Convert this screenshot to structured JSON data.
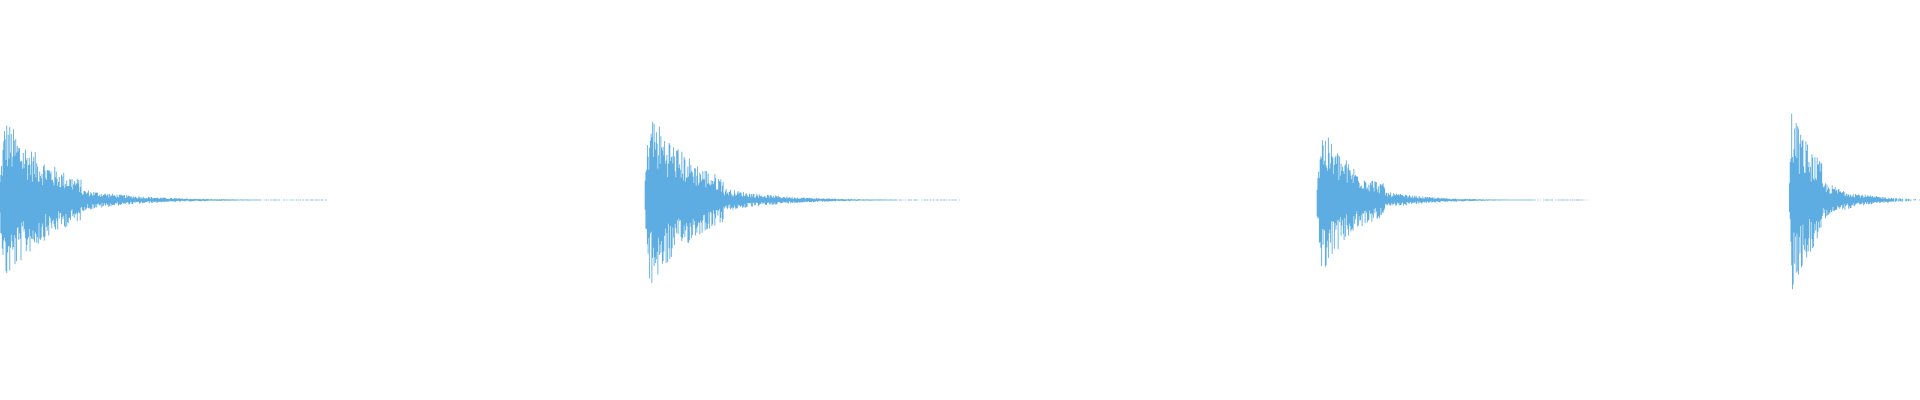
{
  "waveform": {
    "color": "#5dade2",
    "background": "#ffffff",
    "peak_amplitude": 1.0,
    "bursts": [
      {
        "start": 0.0,
        "end": 0.17,
        "onset_amplitude": 0.92,
        "decay": 6.0
      },
      {
        "start": 0.336,
        "end": 0.5,
        "onset_amplitude": 1.0,
        "decay": 6.0
      },
      {
        "start": 0.686,
        "end": 0.827,
        "onset_amplitude": 0.82,
        "decay": 6.5
      },
      {
        "start": 0.932,
        "end": 1.0,
        "onset_amplitude": 1.0,
        "decay": 4.0
      }
    ]
  }
}
